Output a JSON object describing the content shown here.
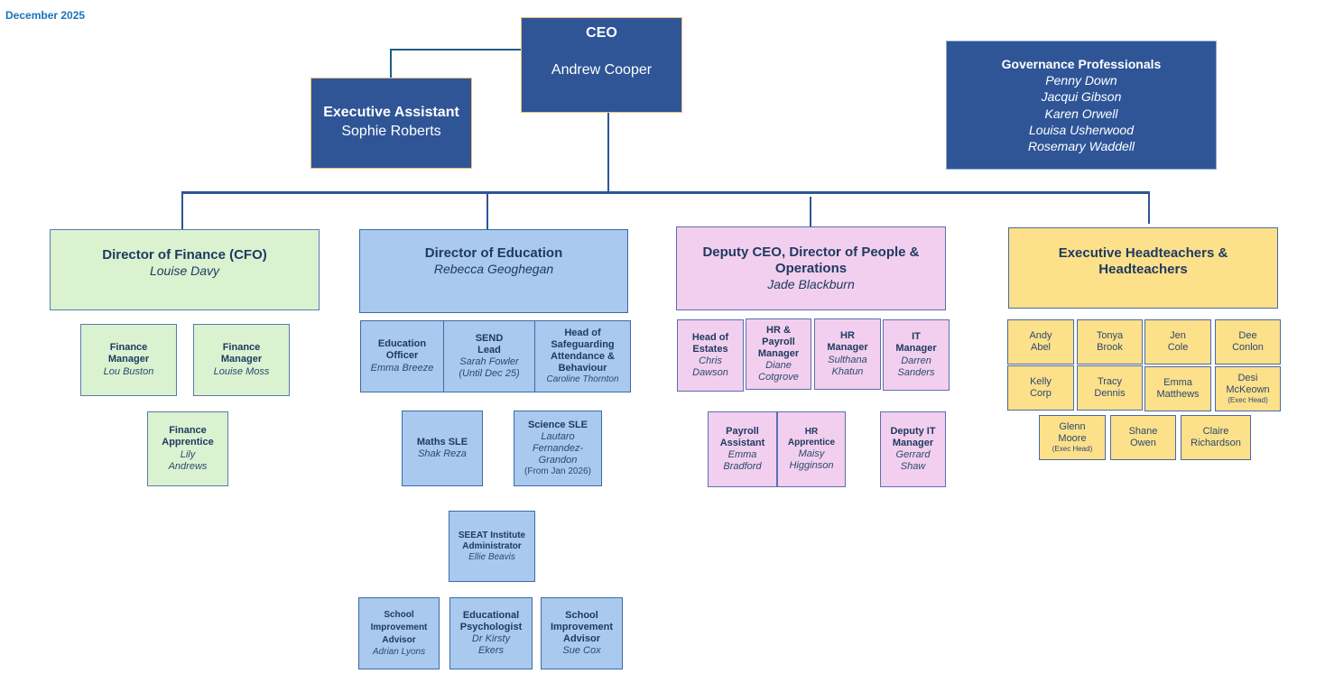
{
  "date": "December 2025",
  "ceo": {
    "title": "CEO",
    "name": "Andrew Cooper"
  },
  "exec_assistant": {
    "title": "Executive Assistant",
    "name": "Sophie Roberts"
  },
  "governance": {
    "title": "Governance Professionals",
    "names": [
      "Penny Down",
      "Jacqui Gibson",
      "Karen Orwell",
      "Louisa Usherwood",
      "Rosemary Waddell"
    ]
  },
  "finance": {
    "title": "Director of Finance (CFO)",
    "name": "Louise Davy",
    "staff": [
      {
        "title": "Finance Manager",
        "name": "Lou Buston"
      },
      {
        "title": "Finance Manager",
        "name": "Louise Moss"
      },
      {
        "title": "Finance Apprentice",
        "name": "Lily Andrews"
      }
    ]
  },
  "education": {
    "title": "Director of Education",
    "name": "Rebecca Geoghegan",
    "staff": [
      {
        "title": "Education Officer",
        "name": "Emma Breeze",
        "note": ""
      },
      {
        "title": "SEND Lead",
        "name": "Sarah Fowler",
        "note": "(Until Dec 25)"
      },
      {
        "title": "Head of Safeguarding Attendance & Behaviour",
        "name": "Caroline Thornton",
        "note": ""
      },
      {
        "title": "Maths SLE",
        "name": "Shak Reza",
        "note": ""
      },
      {
        "title": "Science SLE",
        "name": "Lautaro Fernandez-Grandon",
        "note": "(From Jan 2026)"
      },
      {
        "title": "SEEAT Institute Administrator",
        "name": "Ellie Beavis",
        "note": ""
      },
      {
        "title": "School Improvement Advisor",
        "name": "Adrian Lyons",
        "note": ""
      },
      {
        "title": "Educational Psychologist",
        "name": "Dr Kirsty Ekers",
        "note": ""
      },
      {
        "title": "School Improvement Advisor",
        "name": "Sue Cox",
        "note": ""
      }
    ]
  },
  "people_ops": {
    "title": "Deputy CEO, Director of People & Operations",
    "name": "Jade Blackburn",
    "staff": [
      {
        "title": "Head of Estates",
        "name": "Chris Dawson"
      },
      {
        "title": "HR & Payroll Manager",
        "name": "Diane Cotgrove"
      },
      {
        "title": "HR Manager",
        "name": "Sulthana Khatun"
      },
      {
        "title": "IT Manager",
        "name": "Darren Sanders"
      },
      {
        "title": "Payroll Assistant",
        "name": "Emma Bradford"
      },
      {
        "title": "HR Apprentice",
        "name": "Maisy Higginson"
      },
      {
        "title": "Deputy IT Manager",
        "name": "Gerrard Shaw"
      }
    ]
  },
  "headteachers": {
    "title": "Executive Headteachers & Headteachers",
    "people": [
      {
        "first": "Andy",
        "last": "Abel",
        "note": ""
      },
      {
        "first": "Tonya",
        "last": "Brook",
        "note": ""
      },
      {
        "first": "Jen",
        "last": "Cole",
        "note": ""
      },
      {
        "first": "Dee",
        "last": "Conlon",
        "note": ""
      },
      {
        "first": "Kelly",
        "last": "Corp",
        "note": ""
      },
      {
        "first": "Tracy",
        "last": "Dennis",
        "note": ""
      },
      {
        "first": "Emma",
        "last": "Matthews",
        "note": ""
      },
      {
        "first": "Desi",
        "last": "McKeown",
        "note": "(Exec Head)"
      },
      {
        "first": "Glenn",
        "last": "Moore",
        "note": "(Exec Head)"
      },
      {
        "first": "Shane",
        "last": "Owen",
        "note": ""
      },
      {
        "first": "Claire",
        "last": "Richardson",
        "note": ""
      }
    ]
  }
}
